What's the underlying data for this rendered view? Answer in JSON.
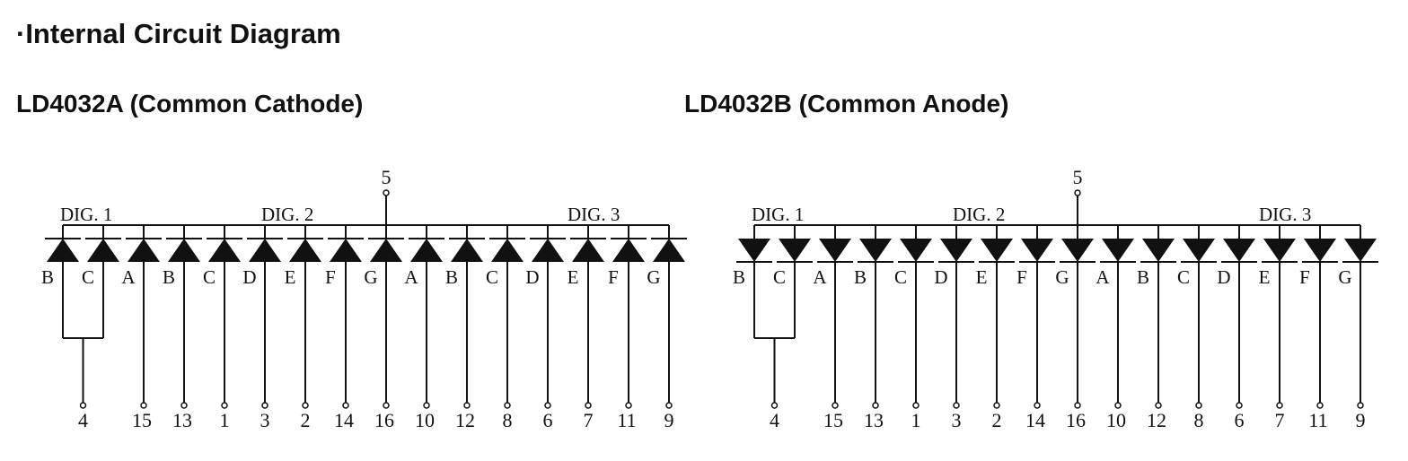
{
  "page": {
    "title": "·Internal Circuit Diagram"
  },
  "diagrams": [
    {
      "title": "LD4032A (Common Cathode)",
      "orientation": "cathode",
      "common_pin": "5",
      "digit_labels": [
        "DIG. 1",
        "DIG. 2",
        "DIG. 3"
      ],
      "segments": [
        "B",
        "C",
        "A",
        "B",
        "C",
        "D",
        "E",
        "F",
        "G",
        "A",
        "B",
        "C",
        "D",
        "E",
        "F",
        "G"
      ],
      "pins": [
        "4",
        "15",
        "13",
        "1",
        "3",
        "2",
        "14",
        "16",
        "10",
        "12",
        "8",
        "6",
        "7",
        "11",
        "9"
      ]
    },
    {
      "title": "LD4032B (Common Anode)",
      "orientation": "anode",
      "common_pin": "5",
      "digit_labels": [
        "DIG. 1",
        "DIG. 2",
        "DIG. 3"
      ],
      "segments": [
        "B",
        "C",
        "A",
        "B",
        "C",
        "D",
        "E",
        "F",
        "G",
        "A",
        "B",
        "C",
        "D",
        "E",
        "F",
        "G"
      ],
      "pins": [
        "4",
        "15",
        "13",
        "1",
        "3",
        "2",
        "14",
        "16",
        "10",
        "12",
        "8",
        "6",
        "7",
        "11",
        "9"
      ]
    }
  ],
  "colors": {
    "line": "#111111",
    "background": "#ffffff"
  }
}
